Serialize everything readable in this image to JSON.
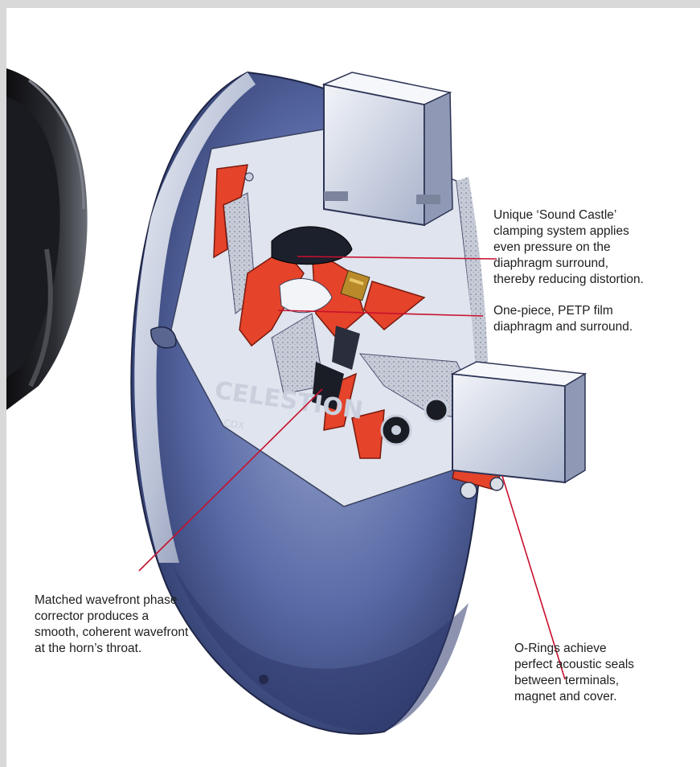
{
  "callouts": [
    {
      "id": "sound-castle",
      "lines": [
        "Unique ‘Sound Castle’",
        "clamping system applies",
        "even pressure on the",
        "diaphragm surround,",
        "thereby reducing distortion."
      ]
    },
    {
      "id": "diaphragm",
      "lines": [
        "One-piece, PETP film",
        "diaphragm and surround."
      ]
    },
    {
      "id": "phase-corrector",
      "lines": [
        "Matched wavefront phase",
        "corrector produces a",
        "smooth, coherent wavefront",
        "at the horn’s throat."
      ]
    },
    {
      "id": "o-rings",
      "lines": [
        "O-Rings achieve",
        "perfect acoustic seals",
        "between terminals,",
        "magnet and cover."
      ]
    }
  ],
  "product": {
    "brand_mark": "CELESTION",
    "brand_sub": "CDX"
  },
  "colors": {
    "leader_line": "#c8102e",
    "body_blue": "#4a5f9c",
    "accent_red": "#e5432a",
    "steel": "#c9cfdc"
  },
  "icons": [
    "compression-driver-cutaway-illustration",
    "neighbouring-driver-edge-illustration"
  ]
}
